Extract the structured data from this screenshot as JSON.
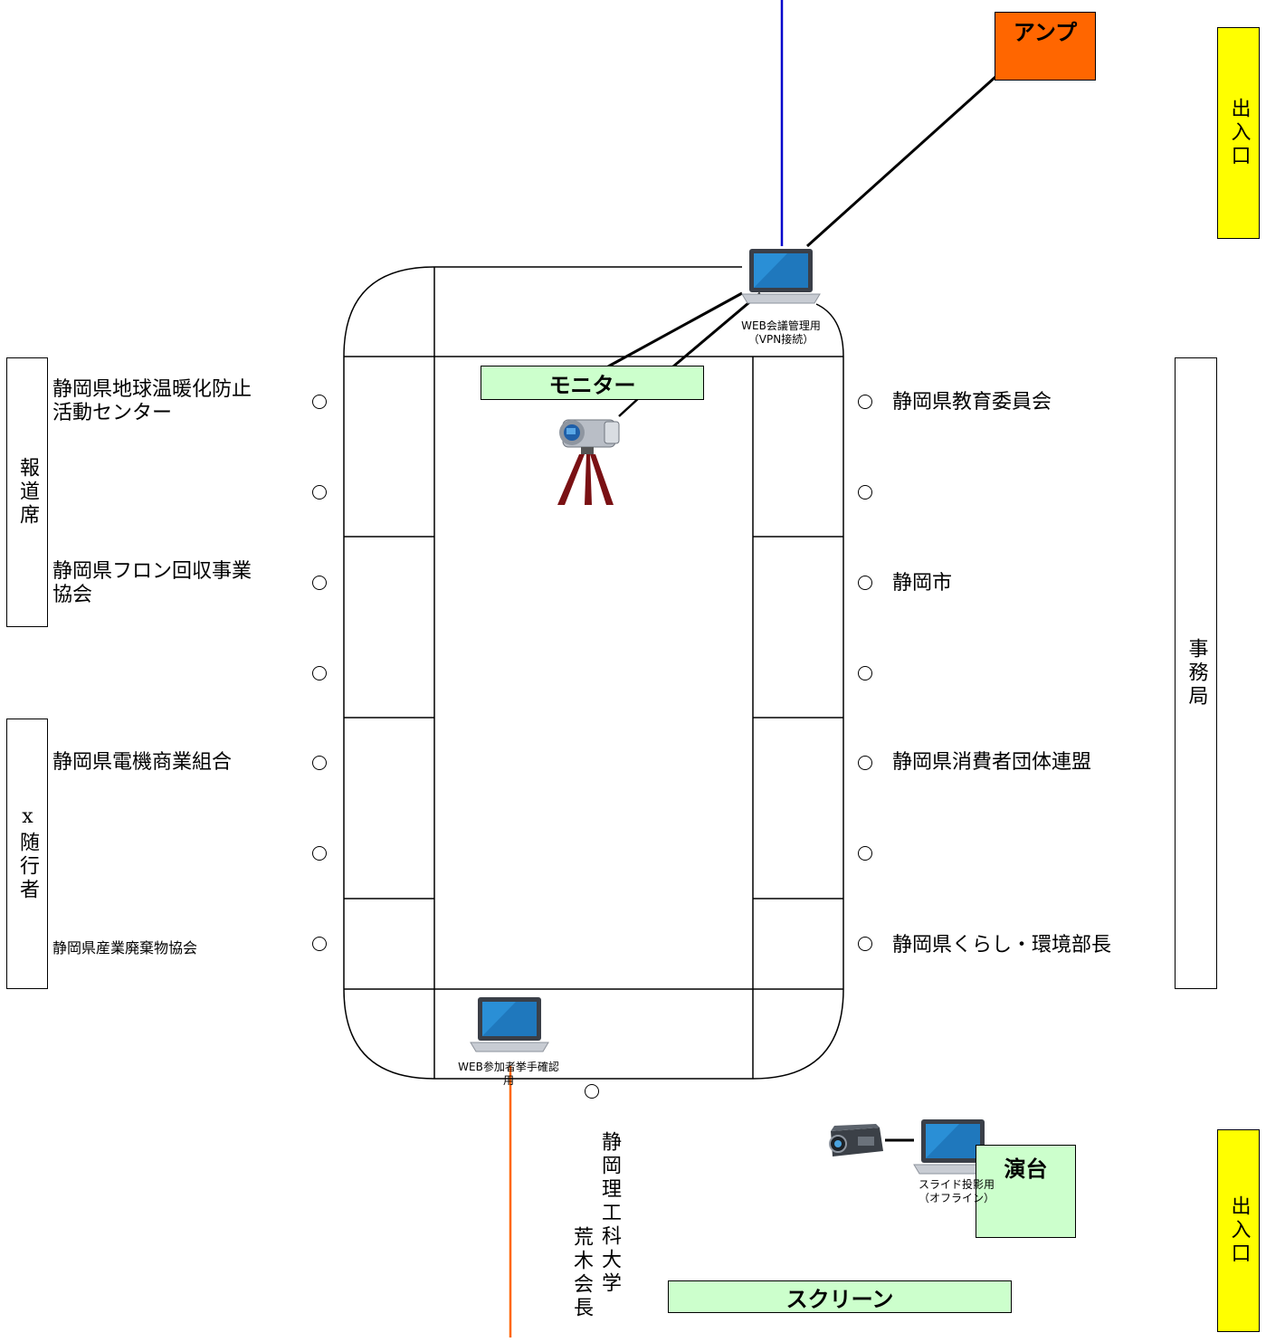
{
  "amp": "アンプ",
  "entrance_top": "出入口",
  "entrance_bottom": "出入口",
  "press": "報道席",
  "companion": "x随行者",
  "secretariat": "事務局",
  "monitor": "モニター",
  "screen": "スクリーン",
  "podium": "演台",
  "laptop_web_admin": [
    "WEB会議管理用",
    "（VPN接続）"
  ],
  "laptop_web_hands": [
    "WEB参加者挙手確認",
    "用"
  ],
  "laptop_slides": [
    "スライド投影用",
    "（オフライン）"
  ],
  "left_seats": [
    [
      "静岡県地球温暖化防止",
      "活動センター"
    ],
    [
      "静岡県フロン回収事業",
      "協会"
    ],
    [
      "静岡県電機商業組合"
    ],
    [
      "静岡県産業廃棄物協会"
    ]
  ],
  "right_seats": [
    "静岡県教育委員会",
    "静岡市",
    "静岡県消費者団体連盟",
    "静岡県くらし・環境部長"
  ],
  "chair_name_1": "静岡理工科大学",
  "chair_name_2": "荒木会長",
  "colors": {
    "amp": "#ff6600",
    "entrance": "#ffff00",
    "green_box": "#ccffcc",
    "line_blue": "#0000cc",
    "line_orange": "#ff6600"
  }
}
